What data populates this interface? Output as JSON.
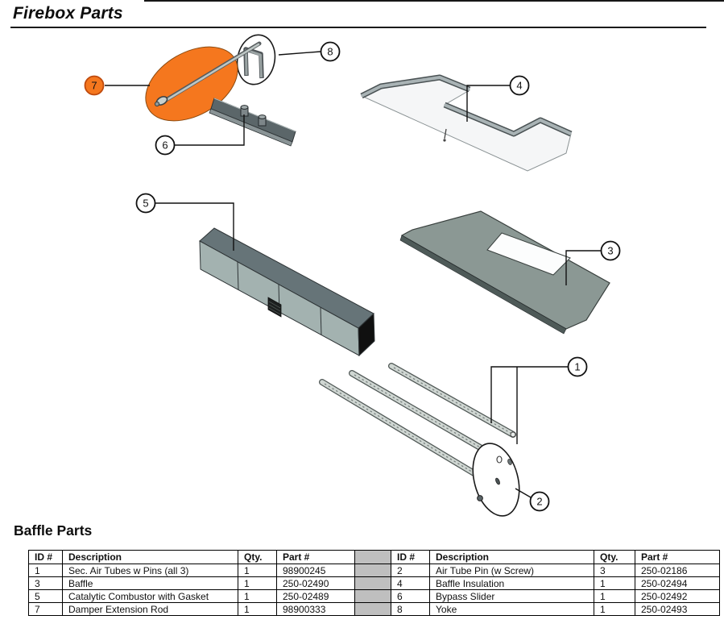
{
  "header": {
    "title": "Firebox Parts"
  },
  "section": {
    "title": "Baffle Parts"
  },
  "diagram": {
    "highlight_color": "#f5771e",
    "callouts": [
      {
        "label": "1"
      },
      {
        "label": "2"
      },
      {
        "label": "3"
      },
      {
        "label": "4"
      },
      {
        "label": "5"
      },
      {
        "label": "6"
      },
      {
        "label": "7"
      },
      {
        "label": "8"
      }
    ]
  },
  "parts_table": {
    "headers": {
      "id": "ID #",
      "description": "Description",
      "qty": "Qty.",
      "part": "Part #"
    },
    "left_rows": [
      [
        "1",
        "Sec. Air Tubes w Pins (all 3)",
        "1",
        "98900245"
      ],
      [
        "3",
        "Baffle",
        "1",
        "250-02490"
      ],
      [
        "5",
        "Catalytic Combustor with Gasket",
        "1",
        "250-02489"
      ],
      [
        "7",
        "Damper Extension Rod",
        "1",
        "98900333"
      ]
    ],
    "right_rows": [
      [
        "2",
        "Air Tube Pin (w Screw)",
        "3",
        "250-02186"
      ],
      [
        "4",
        "Baffle Insulation",
        "1",
        "250-02494"
      ],
      [
        "6",
        "Bypass Slider",
        "1",
        "250-02492"
      ],
      [
        "8",
        "Yoke",
        "1",
        "250-02493"
      ]
    ]
  }
}
